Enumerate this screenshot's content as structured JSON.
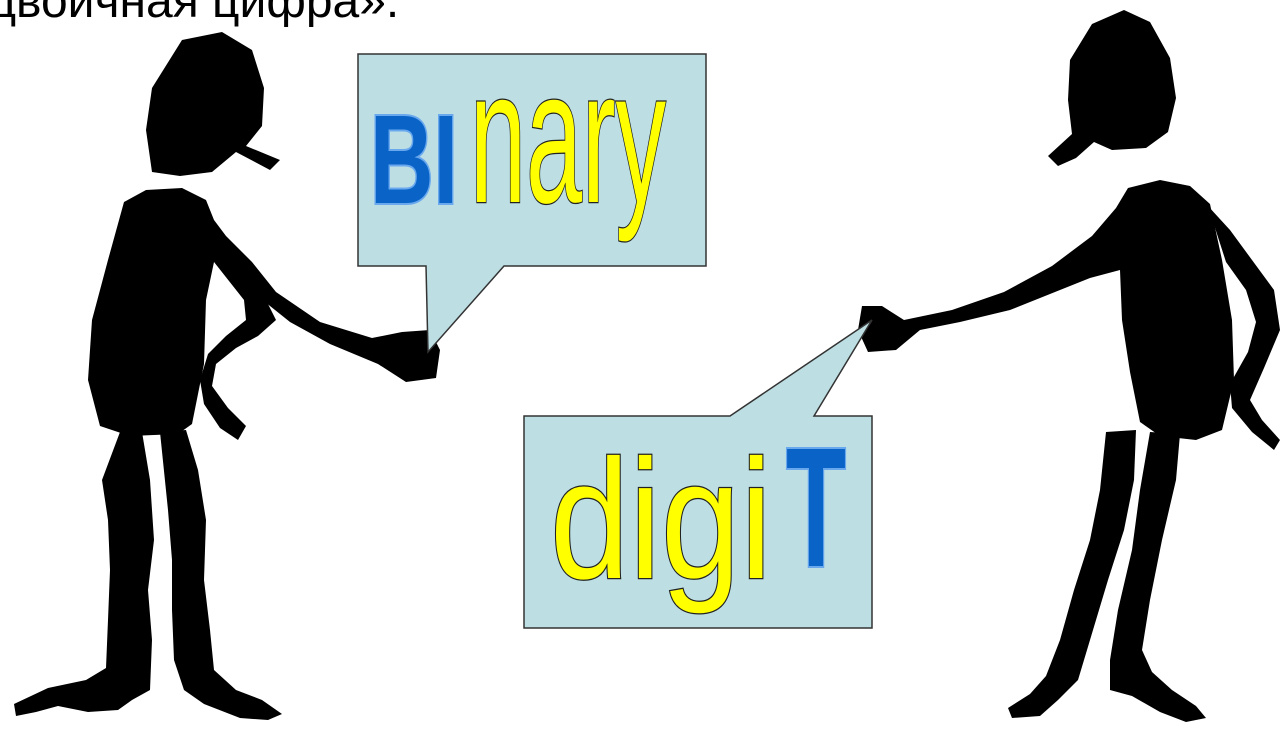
{
  "slide": {
    "caption": "двоичная цифра».",
    "bubble_top": {
      "prefix": "BI",
      "suffix": "nary"
    },
    "bubble_bottom": {
      "prefix": "digi",
      "suffix": "T"
    }
  },
  "colors": {
    "background": "#ffffff",
    "silhouette": "#000000",
    "bubble_fill": "#bddfe4",
    "bubble_stroke": "#333333",
    "yellow_text": "#ffff00",
    "yellow_outline": "#222222",
    "blue_text": "#0a64c8",
    "blue_outline": "#6aa8ee"
  },
  "icons": [
    "left-person-silhouette-icon",
    "right-person-silhouette-icon"
  ]
}
